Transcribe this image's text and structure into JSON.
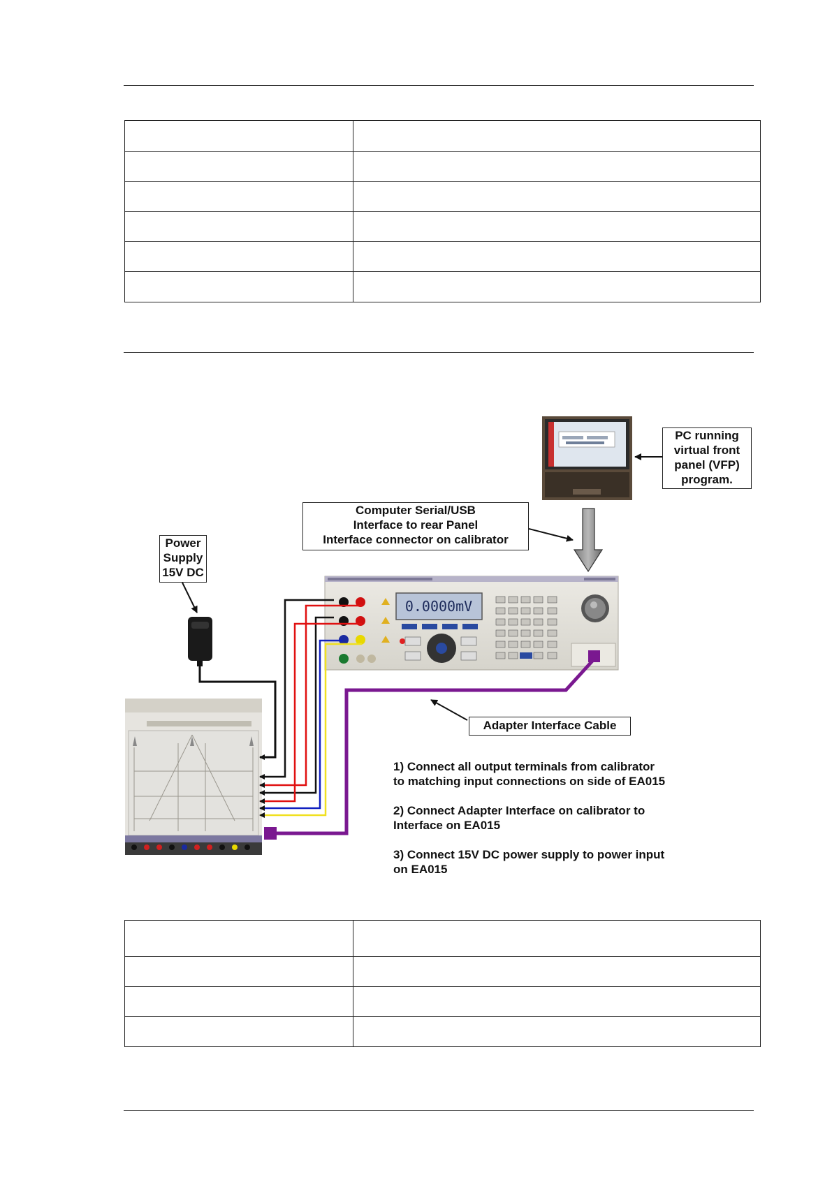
{
  "tables": {
    "upper": {
      "rows": [
        [
          "",
          ""
        ],
        [
          "",
          ""
        ],
        [
          "",
          ""
        ],
        [
          "",
          ""
        ],
        [
          "",
          ""
        ],
        [
          "",
          ""
        ]
      ]
    },
    "lower": {
      "rows": [
        [
          "",
          ""
        ],
        [
          "",
          ""
        ],
        [
          "",
          ""
        ],
        [
          "",
          ""
        ]
      ]
    }
  },
  "diagram": {
    "labels": {
      "pc": [
        "PC running",
        "virtual front",
        "panel (VFP)",
        "program."
      ],
      "interface": [
        "Computer Serial/USB",
        "Interface to rear Panel",
        "Interface connector on calibrator"
      ],
      "power": [
        "Power",
        "Supply",
        "15V DC"
      ],
      "adapter_cable": "Adapter Interface Cable"
    },
    "calibrator_display": "0.0000mV",
    "steps": [
      [
        "1) Connect all output terminals from calibrator",
        "to matching input connections on side of EA015"
      ],
      [
        "2) Connect Adapter Interface on calibrator to",
        "Interface on EA015"
      ],
      [
        "3) Connect 15V DC power supply to power input",
        "on EA015"
      ]
    ],
    "wire_colors": {
      "black": "#111111",
      "red": "#e01010",
      "blue": "#1020c0",
      "yellow": "#f0e020",
      "purple": "#7a1890"
    }
  }
}
